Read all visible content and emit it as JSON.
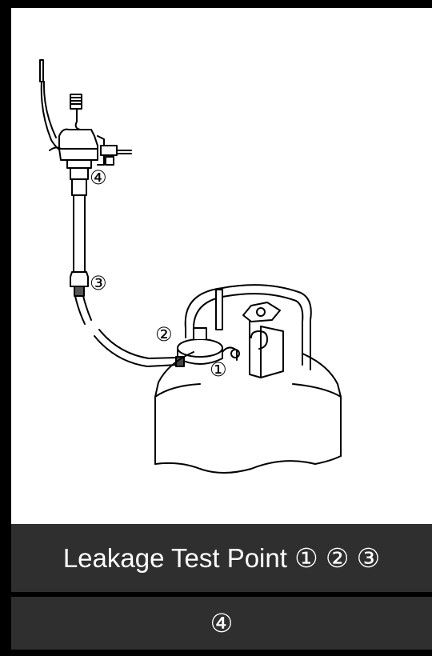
{
  "callouts": {
    "p1": "①",
    "p2": "②",
    "p3": "③",
    "p4": "④"
  },
  "caption": {
    "line1": "Leakage Test Point ① ② ③",
    "line2": "④"
  },
  "colors": {
    "caption_bg": "#2f2f2f",
    "caption_text": "#ffffff",
    "frame": "#000000"
  }
}
